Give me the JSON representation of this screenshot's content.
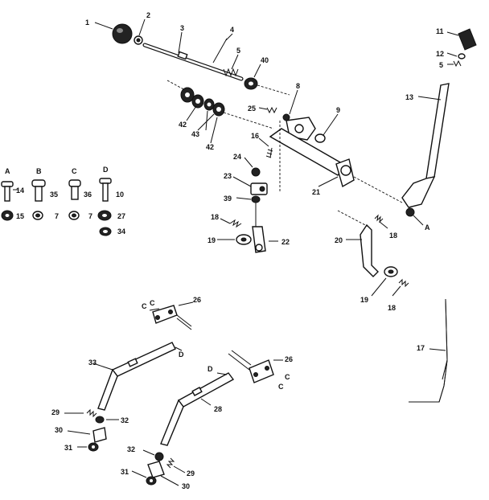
{
  "callouts": {
    "c1": "1",
    "c2": "2",
    "c3": "3",
    "c4": "4",
    "c5": "5",
    "c40": "40",
    "c8": "8",
    "c9": "9",
    "c25": "25",
    "c42a": "42",
    "c43": "43",
    "c42b": "42",
    "c16": "16",
    "c24": "24",
    "c23": "23",
    "c39": "39",
    "c18a": "18",
    "c19a": "19",
    "c22": "22",
    "c21": "21",
    "c20": "20",
    "c18b": "18",
    "c19b": "19",
    "c18c": "18",
    "c11": "11",
    "c12": "12",
    "c5b": "5",
    "c13": "13",
    "cA": "A",
    "c14": "14",
    "c35": "35",
    "c36": "36",
    "c10": "10",
    "c15": "15",
    "c7a": "7",
    "c7b": "7",
    "c27": "27",
    "c34": "34",
    "c26a": "26",
    "c33": "33",
    "cD1": "D",
    "c29a": "29",
    "c30a": "30",
    "c31a": "31",
    "c32a": "32",
    "c26b": "26",
    "c28": "28",
    "c32b": "32",
    "c29b": "29",
    "c31b": "31",
    "c30b": "30",
    "c17": "17",
    "cC1": "C",
    "cC2": "C",
    "cD2": "D",
    "cC3": "C",
    "cC4": "C"
  },
  "bolt_letters": [
    "A",
    "B",
    "C",
    "D"
  ]
}
